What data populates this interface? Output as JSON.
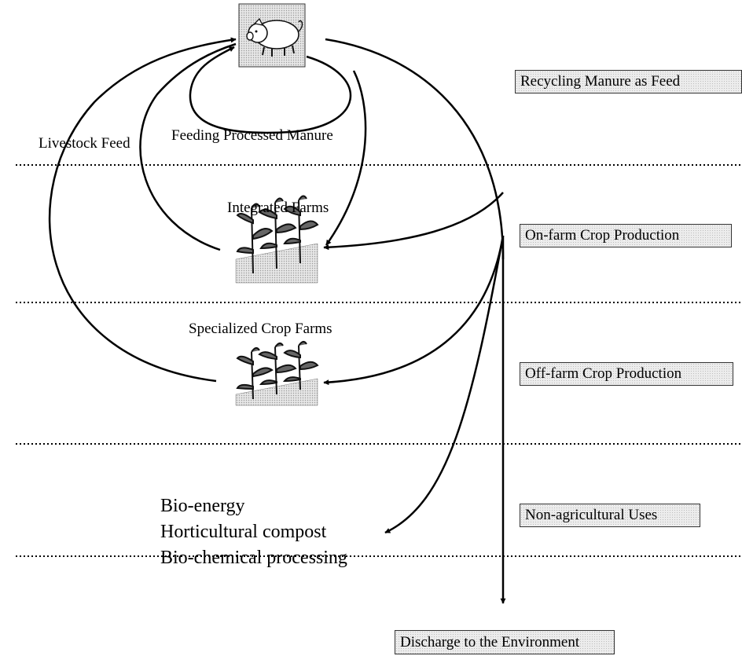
{
  "labels": {
    "livestock_feed": "Livestock Feed",
    "feeding_processed_manure": "Feeding Processed Manure",
    "integrated_farms": "Integrated Farms",
    "specialized_crop_farms": "Specialized Crop Farms",
    "bio_energy": "Bio-energy",
    "horticultural_compost": "Horticultural compost",
    "bio_chemical_processing": "Bio-chemical processing"
  },
  "categories": {
    "recycling": "Recycling Manure as Feed",
    "on_farm": "On-farm Crop Production",
    "off_farm": "Off-farm Crop Production",
    "non_agricultural": "Non-agricultural Uses",
    "discharge": "Discharge to the Environment"
  },
  "icons": {
    "livestock": "pig-icon",
    "crops": "corn-plants-icon"
  }
}
